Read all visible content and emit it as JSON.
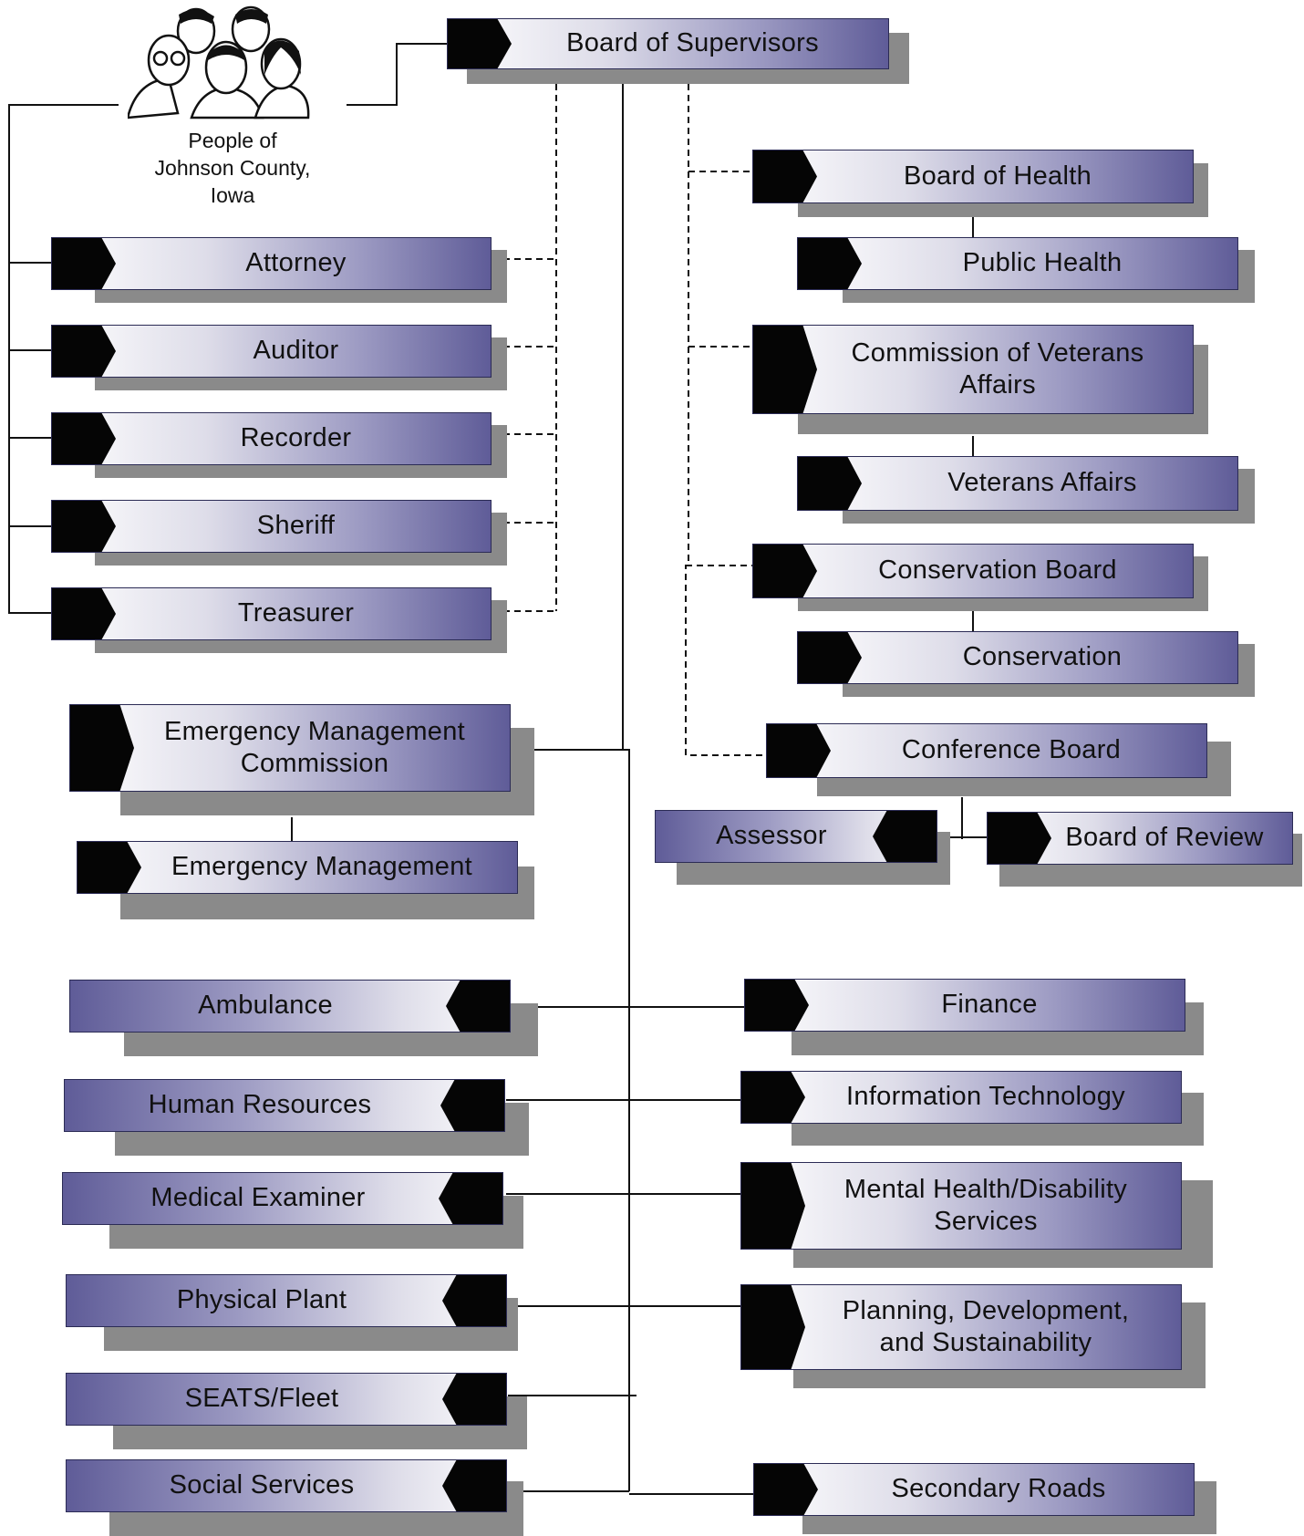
{
  "people": {
    "caption": "People of\nJohnson County,\nIowa"
  },
  "boxes": {
    "board_of_supervisors": "Board of Supervisors",
    "board_of_health": "Board of Health",
    "public_health": "Public Health",
    "commission_veterans": "Commission of Veterans Affairs",
    "veterans_affairs": "Veterans Affairs",
    "conservation_board": "Conservation Board",
    "conservation": "Conservation",
    "conference_board": "Conference Board",
    "assessor": "Assessor",
    "board_of_review": "Board of Review",
    "attorney": "Attorney",
    "auditor": "Auditor",
    "recorder": "Recorder",
    "sheriff": "Sheriff",
    "treasurer": "Treasurer",
    "emergency_commission": "Emergency Management Commission",
    "emergency_management": "Emergency Management",
    "ambulance": "Ambulance",
    "human_resources": "Human Resources",
    "medical_examiner": "Medical Examiner",
    "physical_plant": "Physical Plant",
    "seats_fleet": "SEATS/Fleet",
    "social_services": "Social Services",
    "finance": "Finance",
    "information_technology": "Information Technology",
    "mental_health": "Mental Health/Disability Services",
    "planning": "Planning, Development, and Sustainability",
    "secondary_roads": "Secondary Roads"
  }
}
